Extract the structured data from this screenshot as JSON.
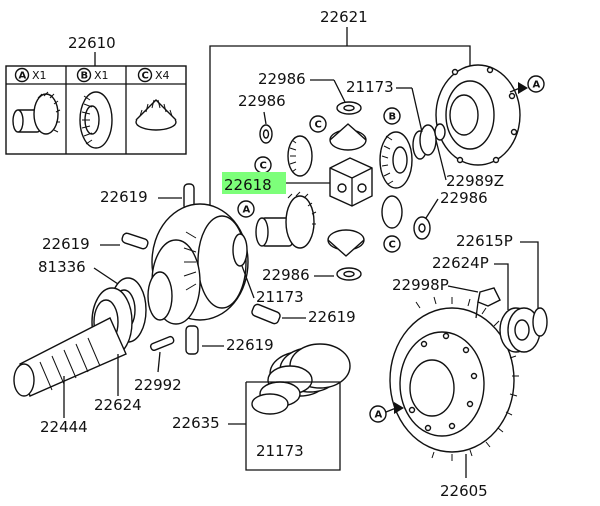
{
  "colors": {
    "line": "#111111",
    "background": "#ffffff",
    "highlight": "#7dff7a"
  },
  "kit": {
    "part_number": "22610",
    "cells": [
      {
        "letter": "A",
        "qty": "X1"
      },
      {
        "letter": "B",
        "qty": "X1"
      },
      {
        "letter": "C",
        "qty": "X4"
      }
    ]
  },
  "labels": {
    "p22621": "22621",
    "p22986_a": "22986",
    "p21173_a": "21173",
    "p22986_b": "22986",
    "p22989z": "22989Z",
    "p22618": "22618",
    "p22986_c": "22986",
    "p22619_a": "22619",
    "p22619_b": "22619",
    "p81336": "81336",
    "p22986_d": "22986",
    "p21173_b": "21173",
    "p22619_c": "22619",
    "p22619_d": "22619",
    "p22615p": "22615P",
    "p22624p": "22624P",
    "p22998p": "22998P",
    "p22992": "22992",
    "p22624": "22624",
    "p22444": "22444",
    "p22635": "22635",
    "p21173_c": "21173",
    "p22605": "22605"
  },
  "callouts": {
    "A": "A",
    "B": "B",
    "C": "C"
  }
}
